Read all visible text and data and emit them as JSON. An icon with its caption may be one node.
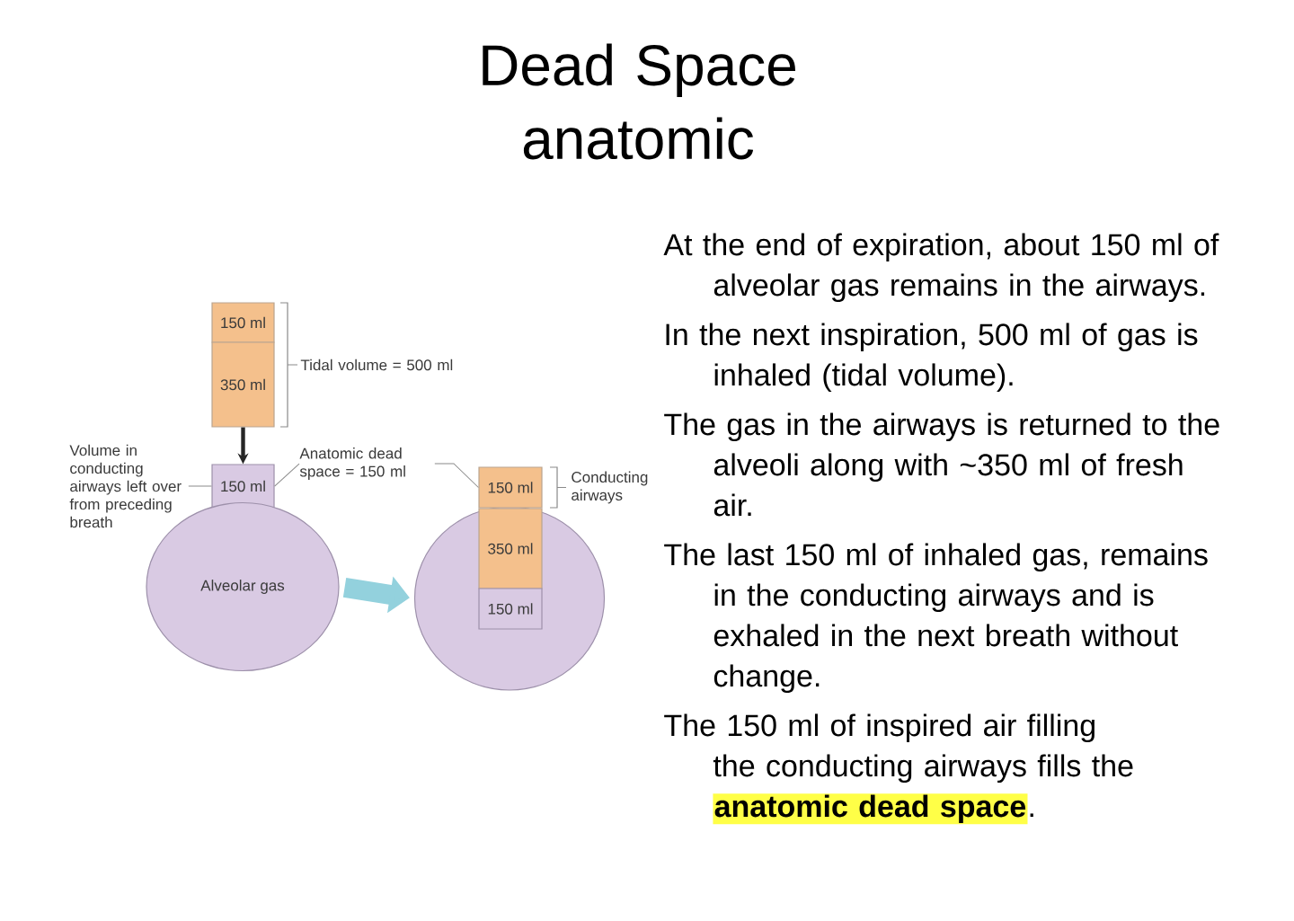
{
  "diagram": {
    "title": "Dead Space anatomic",
    "nodes": [
      {
        "text": [
          "150 ml"
        ]
      },
      {
        "text": [
          "350 ml"
        ]
      },
      {
        "text": [
          "150 ml"
        ]
      },
      {
        "text": [
          "Alveolar gas"
        ]
      },
      {
        "text": [],
        "shape": "circle"
      },
      {
        "text": [
          "150 ml"
        ]
      },
      {
        "text": [
          "350 ml"
        ],
        "in": 4
      },
      {
        "text": [
          "150 ml"
        ],
        "in": 4
      },
      {
        "text": [
          "Volume in conducting airways left over from preceding breath"
        ]
      },
      {
        "text": [
          "Anatomic dead space = 150 ml"
        ]
      }
    ],
    "edges": [
      {
        "from": 1,
        "to": 2,
        "arrow": "to",
        "style": "thick",
        "color": "#262626"
      },
      {
        "from": 3,
        "to": 4,
        "arrow": "to",
        "style": "thick",
        "color": "#93d1dd"
      },
      {
        "from": 8,
        "to": 2,
        "arrow": "none"
      },
      {
        "from": 9,
        "to": 2,
        "arrow": "none"
      },
      {
        "from": 9,
        "to": 5,
        "arrow": "none"
      }
    ],
    "labels": [
      "Tidal volume = 500 ml",
      "Conducting airways",
      "At the end of expiration, about 150 ml of alveolar gas remains in the airways.",
      "In the next inspiration, 500 ml of gas is inhaled (tidal volume).",
      "The gas in the airways is returned to the alveoli along with ~350 ml of fresh air.",
      "The last 150 ml of inhaled gas, remains in the conducting airways and is exhaled in the next breath without change.",
      "The 150 ml of inspired air filling the conducting airways fills the **anatomic dead space**."
    ]
  }
}
